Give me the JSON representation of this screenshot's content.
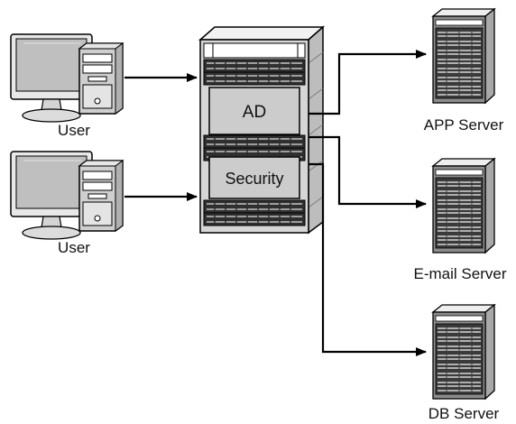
{
  "users": [
    {
      "label": "User"
    },
    {
      "label": "User"
    }
  ],
  "central_server": {
    "top_module": "AD",
    "bottom_module": "Security"
  },
  "servers": [
    {
      "label": "APP Server"
    },
    {
      "label": "E-mail Server"
    },
    {
      "label": "DB Server"
    }
  ]
}
